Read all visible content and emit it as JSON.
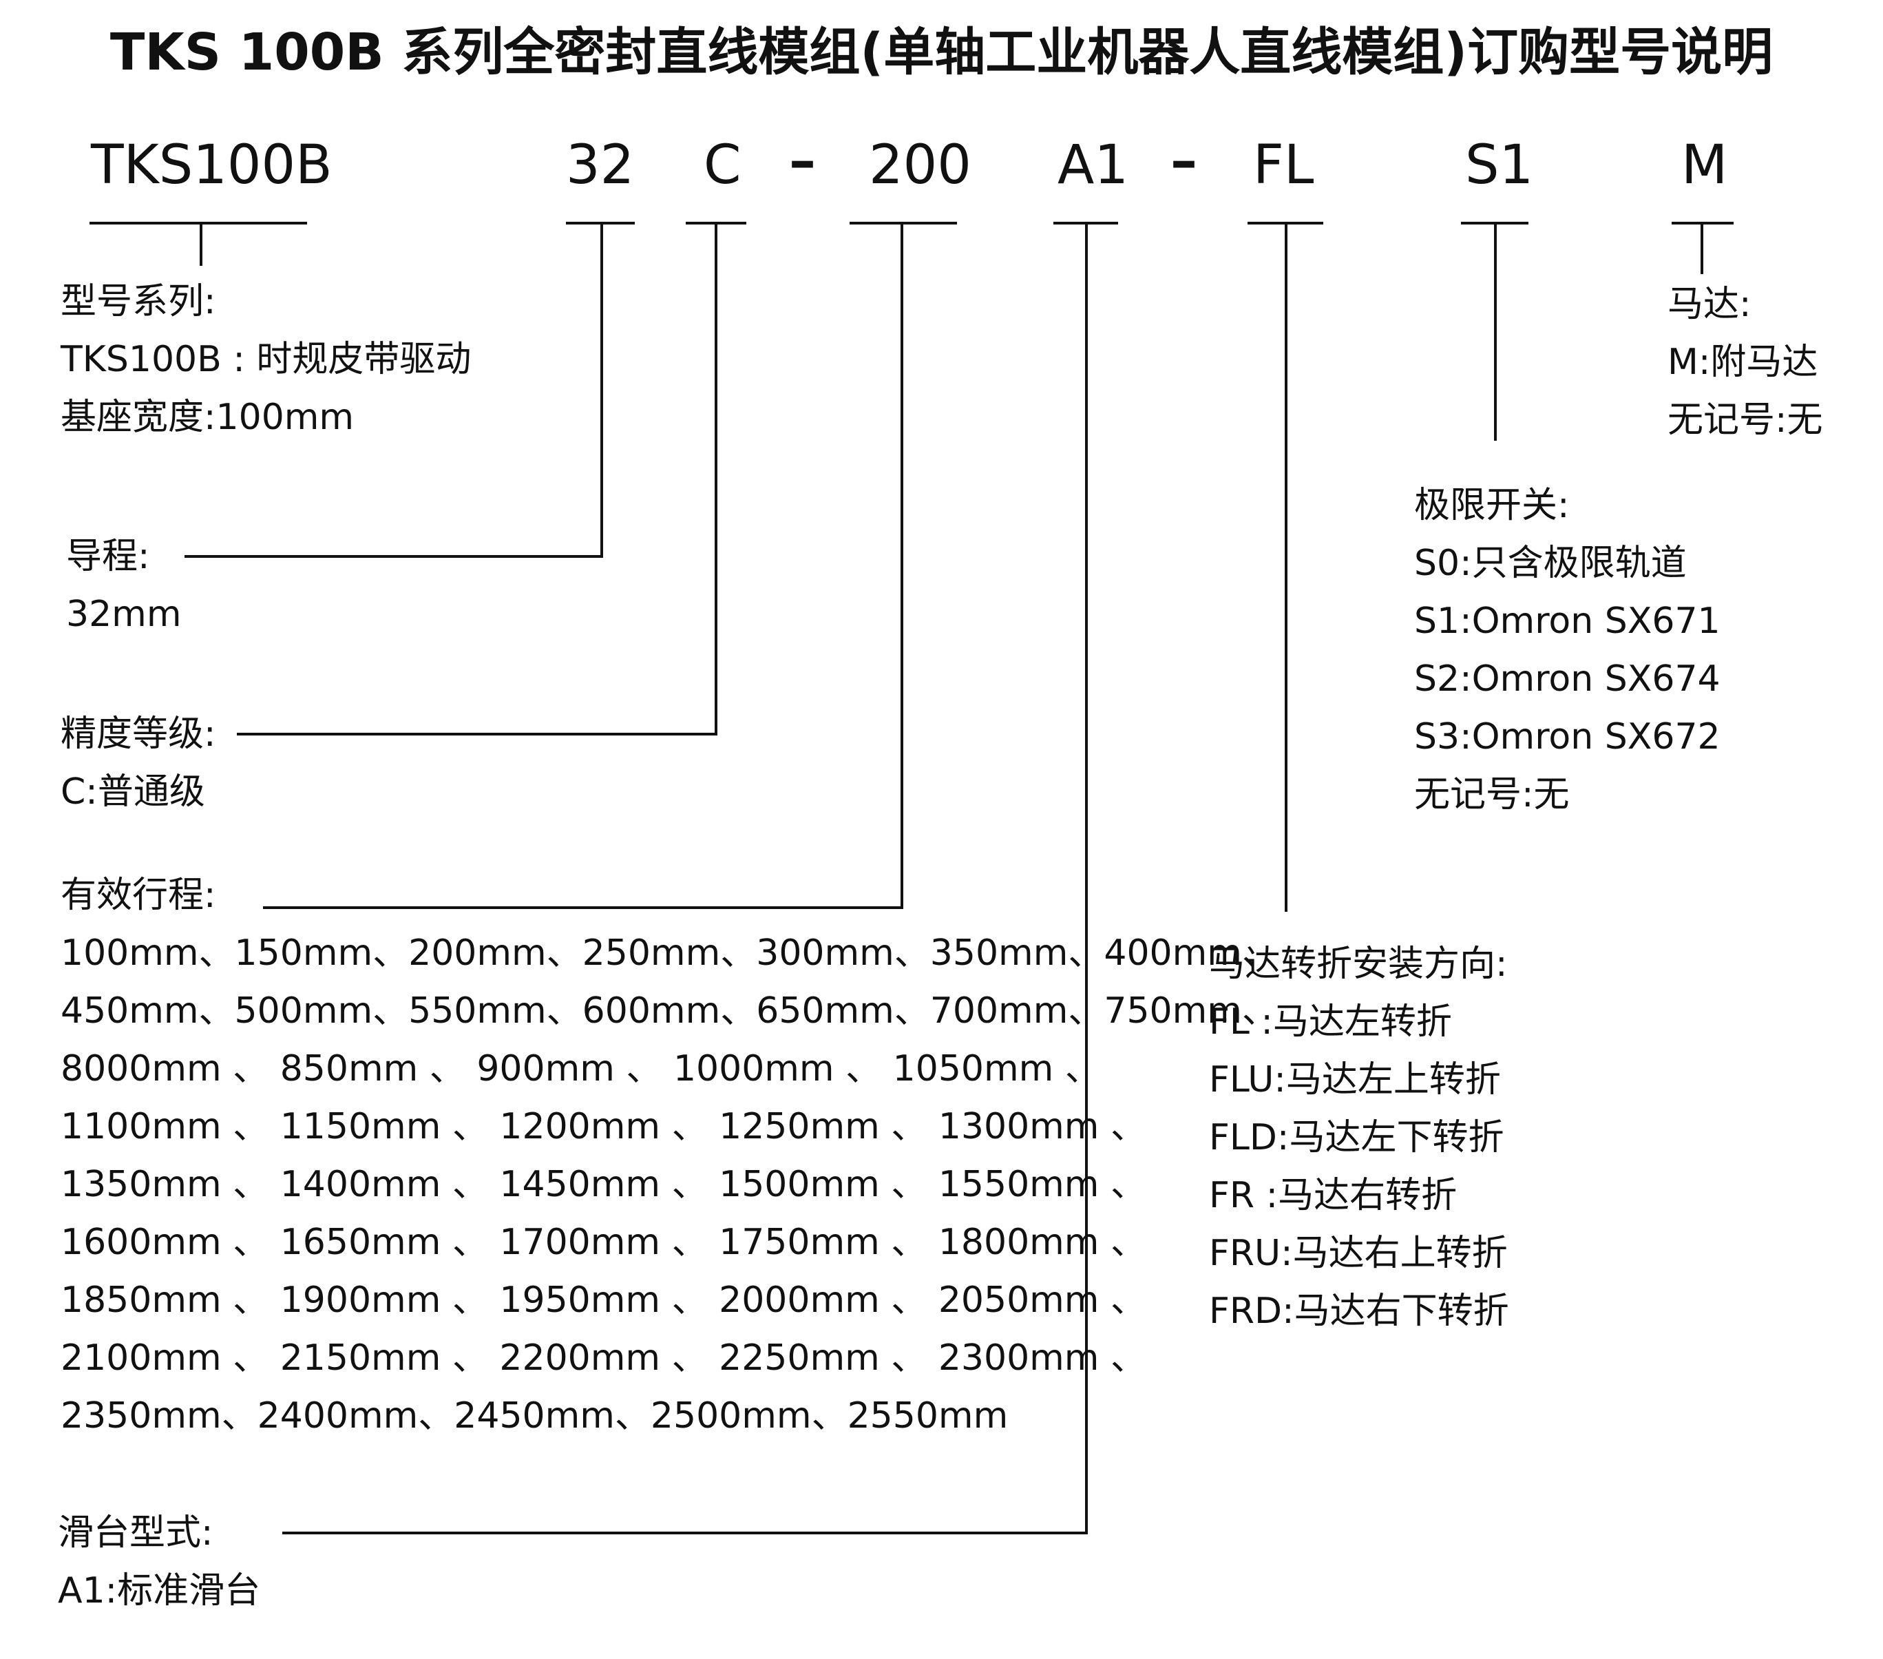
{
  "title": "TKS 100B  系列全密封直线模组(单轴工业机器人直线模组)订购型号说明",
  "code": {
    "series": "TKS100B",
    "lead": "32",
    "precision": "C",
    "dash1": "–",
    "stroke": "200",
    "slide": "A1",
    "dash2": "–",
    "motor_direction": "FL",
    "limit_switch": "S1",
    "motor": "M"
  },
  "series_block": {
    "heading": "型号系列:",
    "line1": "TKS100B : 时规皮带驱动",
    "line2": "基座宽度:100mm"
  },
  "lead_block": {
    "heading": "导程:",
    "value": "32mm"
  },
  "precision_block": {
    "heading": "精度等级:",
    "value": "C:普通级"
  },
  "stroke_block": {
    "heading": "有效行程:",
    "rows": [
      "100mm、150mm、200mm、250mm、300mm、350mm、400mm、",
      "450mm、500mm、550mm、600mm、650mm、700mm、750mm、",
      "8000mm 、 850mm 、 900mm 、 1000mm 、 1050mm 、",
      "1100mm 、 1150mm 、 1200mm 、 1250mm 、 1300mm 、",
      "1350mm 、 1400mm 、 1450mm 、 1500mm 、 1550mm 、",
      "1600mm 、 1650mm 、 1700mm 、 1750mm 、 1800mm 、",
      "1850mm 、 1900mm 、 1950mm 、 2000mm 、 2050mm 、",
      "2100mm 、 2150mm 、 2200mm 、 2250mm 、 2300mm 、",
      "2350mm、2400mm、2450mm、2500mm、2550mm"
    ]
  },
  "slide_block": {
    "heading": "滑台型式:",
    "value": "A1:标准滑台"
  },
  "motor_block": {
    "heading": "马达:",
    "line1": "M:附马达",
    "line2": "无记号:无"
  },
  "limit_block": {
    "heading": "极限开关:",
    "items": [
      "S0:只含极限轨道",
      "S1:Omron SX671",
      "S2:Omron SX674",
      "S3:Omron SX672",
      "无记号:无"
    ]
  },
  "direction_block": {
    "heading": "马达转折安装方向:",
    "items": [
      "FL :马达左转折",
      "FLU:马达左上转折",
      "FLD:马达左下转折",
      "FR :马达右转折",
      "FRU:马达右上转折",
      "FRD:马达右下转折"
    ]
  }
}
